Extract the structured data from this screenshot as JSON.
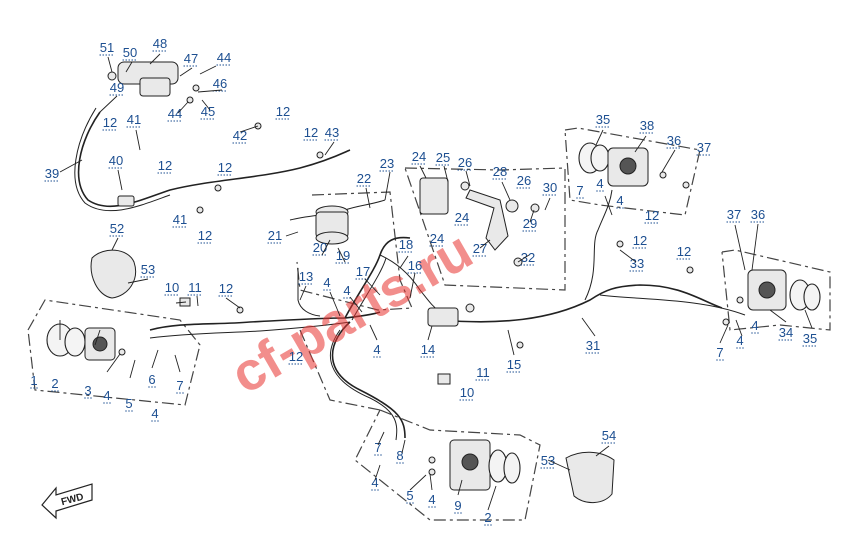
{
  "watermark": "cf-parts.ru",
  "direction_arrow": "FWD",
  "callouts": [
    "1",
    "2",
    "3",
    "4",
    "5",
    "6",
    "7",
    "8",
    "9",
    "10",
    "11",
    "12",
    "13",
    "14",
    "15",
    "16",
    "17",
    "18",
    "19",
    "20",
    "21",
    "22",
    "23",
    "24",
    "25",
    "26",
    "27",
    "28",
    "29",
    "30",
    "31",
    "32",
    "33",
    "34",
    "35",
    "36",
    "37",
    "38",
    "39",
    "40",
    "41",
    "42",
    "43",
    "44",
    "45",
    "46",
    "47",
    "48",
    "49",
    "50",
    "51",
    "52",
    "53",
    "54"
  ]
}
